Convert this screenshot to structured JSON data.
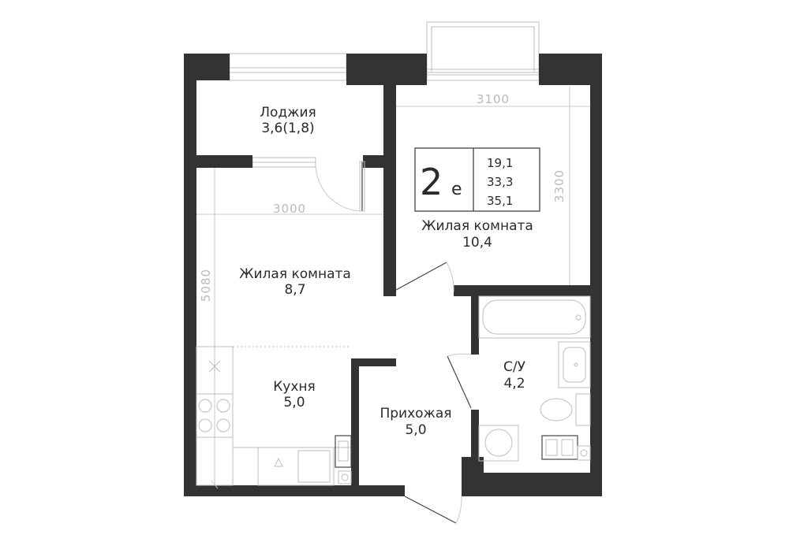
{
  "plan": {
    "apartment_type": {
      "number": "2",
      "suffix": "е"
    },
    "areas": [
      "19,1",
      "33,3",
      "35,1"
    ],
    "rooms": [
      {
        "id": "loggia",
        "name": "Лоджия",
        "area": "3,6(1,8)"
      },
      {
        "id": "living_big",
        "name": "Жилая комната",
        "area": "10,4"
      },
      {
        "id": "living_small",
        "name": "Жилая комната",
        "area": "8,7"
      },
      {
        "id": "kitchen",
        "name": "Кухня",
        "area": "5,0"
      },
      {
        "id": "hall",
        "name": "Прихожая",
        "area": "5,0"
      },
      {
        "id": "bathroom",
        "name": "С/У",
        "area": "4,2"
      }
    ],
    "dimensions": {
      "room_right_width": "3100",
      "room_right_depth": "3300",
      "room_left_width": "3000",
      "room_left_depth": "5080"
    },
    "colors": {
      "wall": "#333333",
      "dim_text": "#b9b9b9",
      "text": "#2b2b2b"
    }
  }
}
